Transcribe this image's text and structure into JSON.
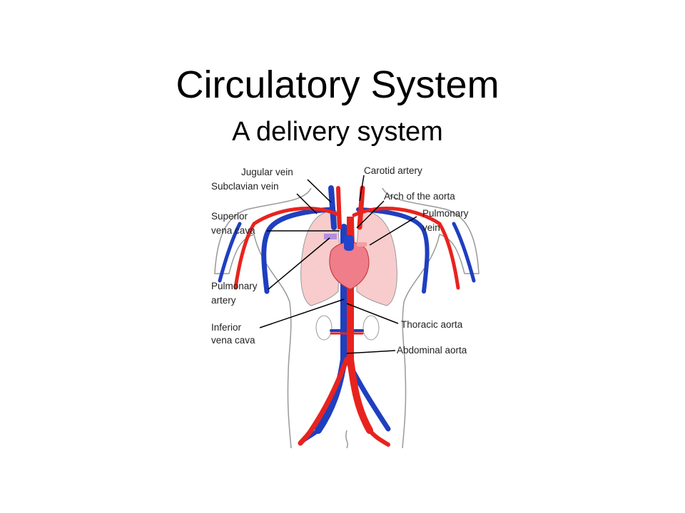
{
  "slide": {
    "title": "Circulatory System",
    "subtitle": "A delivery system"
  },
  "diagram": {
    "labels": {
      "jugular_vein": "Jugular vein",
      "subclavian_vein": "Subclavian vein",
      "superior_vena_cava_1": "Superior",
      "superior_vena_cava_2": "vena cava",
      "pulmonary_artery_1": "Pulmonary",
      "pulmonary_artery_2": "artery",
      "inferior_vena_cava_1": "Inferior",
      "inferior_vena_cava_2": "vena cava",
      "carotid_artery": "Carotid artery",
      "arch_of_aorta": "Arch of the aorta",
      "pulmonary_vein_1": "Pulmonary",
      "pulmonary_vein_2": "vein",
      "thoracic_aorta": "Thoracic aorta",
      "abdominal_aorta": "Abdominal aorta"
    },
    "colors": {
      "artery": "#e8231e",
      "vein": "#1f3fbf",
      "lung": "#f8cccc",
      "heart": "#ef7d8a",
      "outline": "#888888"
    }
  }
}
